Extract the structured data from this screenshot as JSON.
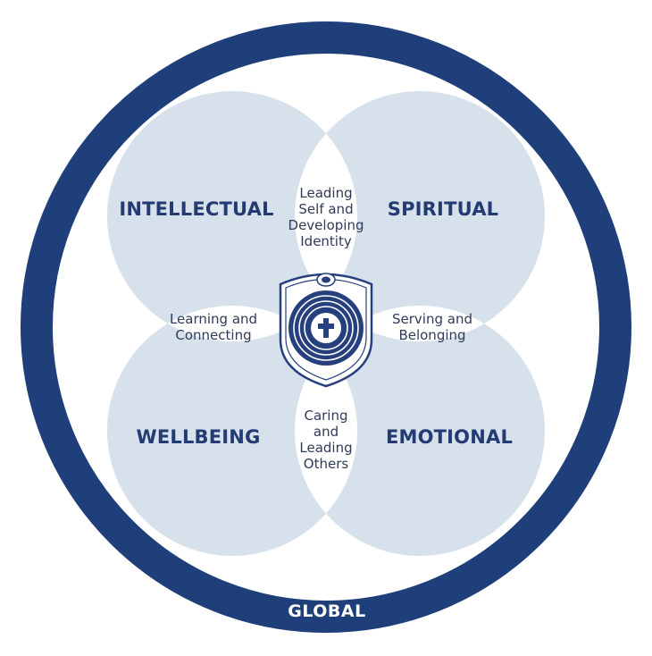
{
  "diagram": {
    "outer_ring": {
      "label": "GLOBAL"
    },
    "domains": {
      "top_left": "INTELLECTUAL",
      "top_right": "SPIRITUAL",
      "bottom_left": "WELLBEING",
      "bottom_right": "EMOTIONAL"
    },
    "overlaps": {
      "top": [
        "Leading",
        "Self and",
        "Developing",
        "Identity"
      ],
      "left": [
        "Learning and",
        "Connecting"
      ],
      "right": [
        "Serving and",
        "Belonging"
      ],
      "bottom": [
        "Caring",
        "and",
        "Leading",
        "Others"
      ]
    },
    "colors": {
      "ring": "#1f3f7a",
      "circle_fill": "#d6e1ec",
      "overlap_fill": "#ffffff",
      "text": "#233a73",
      "crest": "#263f7d"
    },
    "center_emblem": "school-crest-with-cross"
  }
}
